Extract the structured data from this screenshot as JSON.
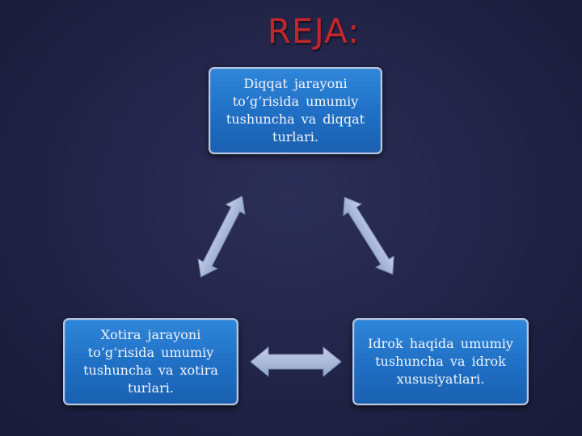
{
  "title": "REJA:",
  "nodes": {
    "top": "Diqqat  jarayoni\nto‘g‘risida  umumiy\ntushuncha  va  diqqat\nturlari.",
    "left": "Xotira  jarayoni\nto‘g‘risida  umumiy\ntushuncha  va  xotira\nturlari.",
    "right": "Idrok  haqida  umumiy\ntushuncha  va  idrok\nxususiyatlari."
  },
  "colors": {
    "title": "#c0262b",
    "box_fill": "#1f6fc4",
    "arrow_fill": "#a9b8d8"
  },
  "icons": [
    "double-headed-arrow",
    "double-headed-arrow",
    "double-headed-arrow"
  ]
}
